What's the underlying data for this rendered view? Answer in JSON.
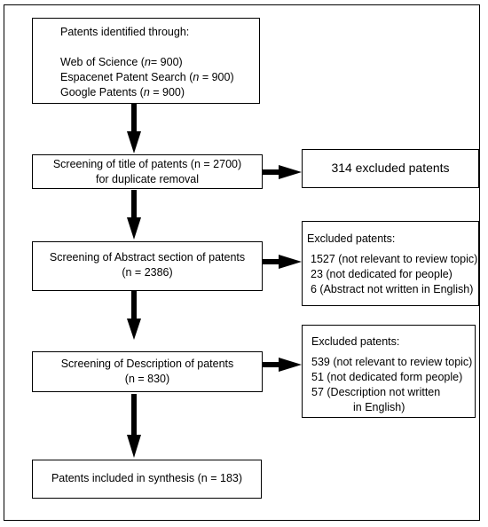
{
  "identified": {
    "heading": "Patents identified through:",
    "sources": [
      {
        "pre": "Web of Science (",
        "n": "n",
        "post": "= 900)"
      },
      {
        "pre": "Espacenet Patent Search (",
        "n": "n",
        "post": " = 900)"
      },
      {
        "pre": "Google Patents (",
        "n": "n",
        "post": " = 900)"
      }
    ]
  },
  "screen_title": {
    "line1": "Screening of title of patents (n = 2700)",
    "line2": "for duplicate removal"
  },
  "excluded_title": {
    "text": "314 excluded patents"
  },
  "screen_abstract": {
    "line1": "Screening of Abstract section of patents",
    "line2": "(n = 2386)"
  },
  "excluded_abstract": {
    "heading": "Excluded patents:",
    "items": [
      "1527 (not relevant to review topic)",
      "23 (not dedicated for people)",
      "6 (Abstract not written in English)"
    ]
  },
  "screen_description": {
    "line1": "Screening of Description of patents",
    "line2": "(n = 830)"
  },
  "excluded_description": {
    "heading": "Excluded patents:",
    "items": [
      "539 (not relevant to review topic)",
      "51 (not dedicated form people)",
      "57 (Description not written",
      "in English)"
    ]
  },
  "included": {
    "text": "Patents included in synthesis (n = 183)"
  }
}
